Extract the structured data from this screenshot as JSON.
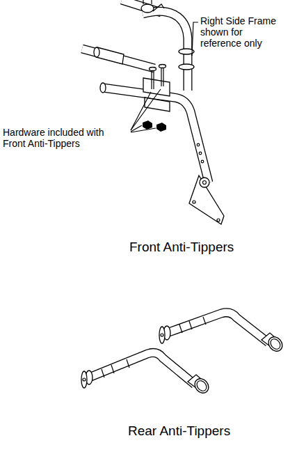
{
  "diagram": {
    "labels": [
      "Right Side Frame shown for reference only",
      "Hardware included with Front Anti-Tippers",
      "Front Anti-Tippers",
      "Rear Anti-Tippers"
    ]
  }
}
